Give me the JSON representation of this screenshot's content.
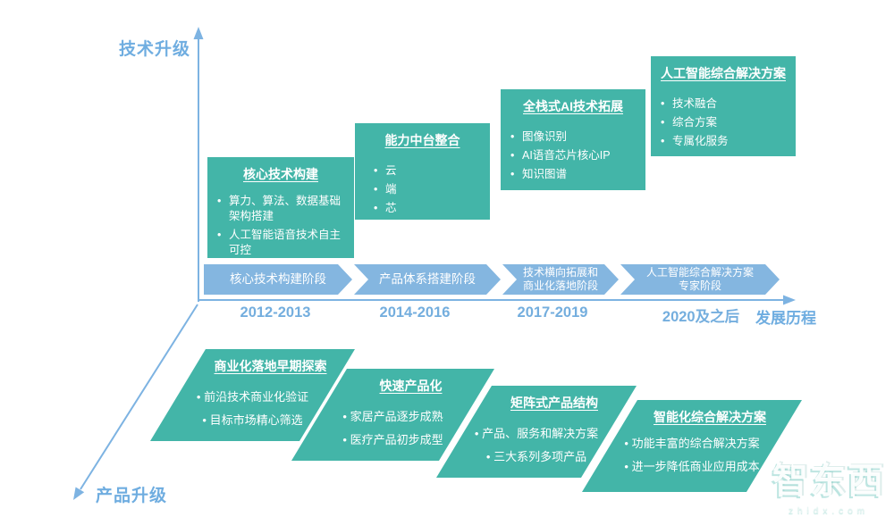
{
  "colors": {
    "teal": "#43b5a8",
    "chevron_blue": "#84b6e0",
    "axis_blue": "#7db3e2",
    "label_blue": "#6fade0"
  },
  "axis": {
    "vertical_label": "技术升级",
    "horizontal_label": "发展历程",
    "diagonal_label": "产品升级"
  },
  "tech_track": [
    {
      "title": "核心技术构建",
      "bullets": [
        "算力、算法、数据基础架构搭建",
        "人工智能语音技术自主可控"
      ]
    },
    {
      "title": "能力中台整合",
      "bullets": [
        "云",
        "端",
        "芯"
      ]
    },
    {
      "title": "全栈式AI技术拓展",
      "bullets": [
        "图像识别",
        "AI语音芯片核心IP",
        "知识图谱"
      ]
    },
    {
      "title": "人工智能综合解决方案",
      "bullets": [
        "技术融合",
        "综合方案",
        "专属化服务"
      ]
    }
  ],
  "timeline": [
    {
      "stage_lines": [
        "核心技术构建阶段"
      ],
      "period": "2012-2013"
    },
    {
      "stage_lines": [
        "产品体系搭建阶段"
      ],
      "period": "2014-2016"
    },
    {
      "stage_lines": [
        "技术横向拓展和",
        "商业化落地阶段"
      ],
      "period": "2017-2019"
    },
    {
      "stage_lines": [
        "人工智能综合解决方案",
        "专家阶段"
      ],
      "period": "2020及之后"
    }
  ],
  "product_track": [
    {
      "title": "商业化落地早期探索",
      "bullets": [
        "前沿技术商业化验证",
        "目标市场精心筛选"
      ]
    },
    {
      "title": "快速产品化",
      "bullets": [
        "家居产品逐步成熟",
        "医疗产品初步成型"
      ]
    },
    {
      "title": "矩阵式产品结构",
      "bullets": [
        "产品、服务和解决方案",
        "三大系列多项产品"
      ]
    },
    {
      "title": "智能化综合解决方案",
      "bullets": [
        "功能丰富的综合解决方案",
        "进一步降低商业应用成本"
      ]
    }
  ],
  "watermark": {
    "logo": "智东西",
    "url_text": "zhidx.com"
  }
}
